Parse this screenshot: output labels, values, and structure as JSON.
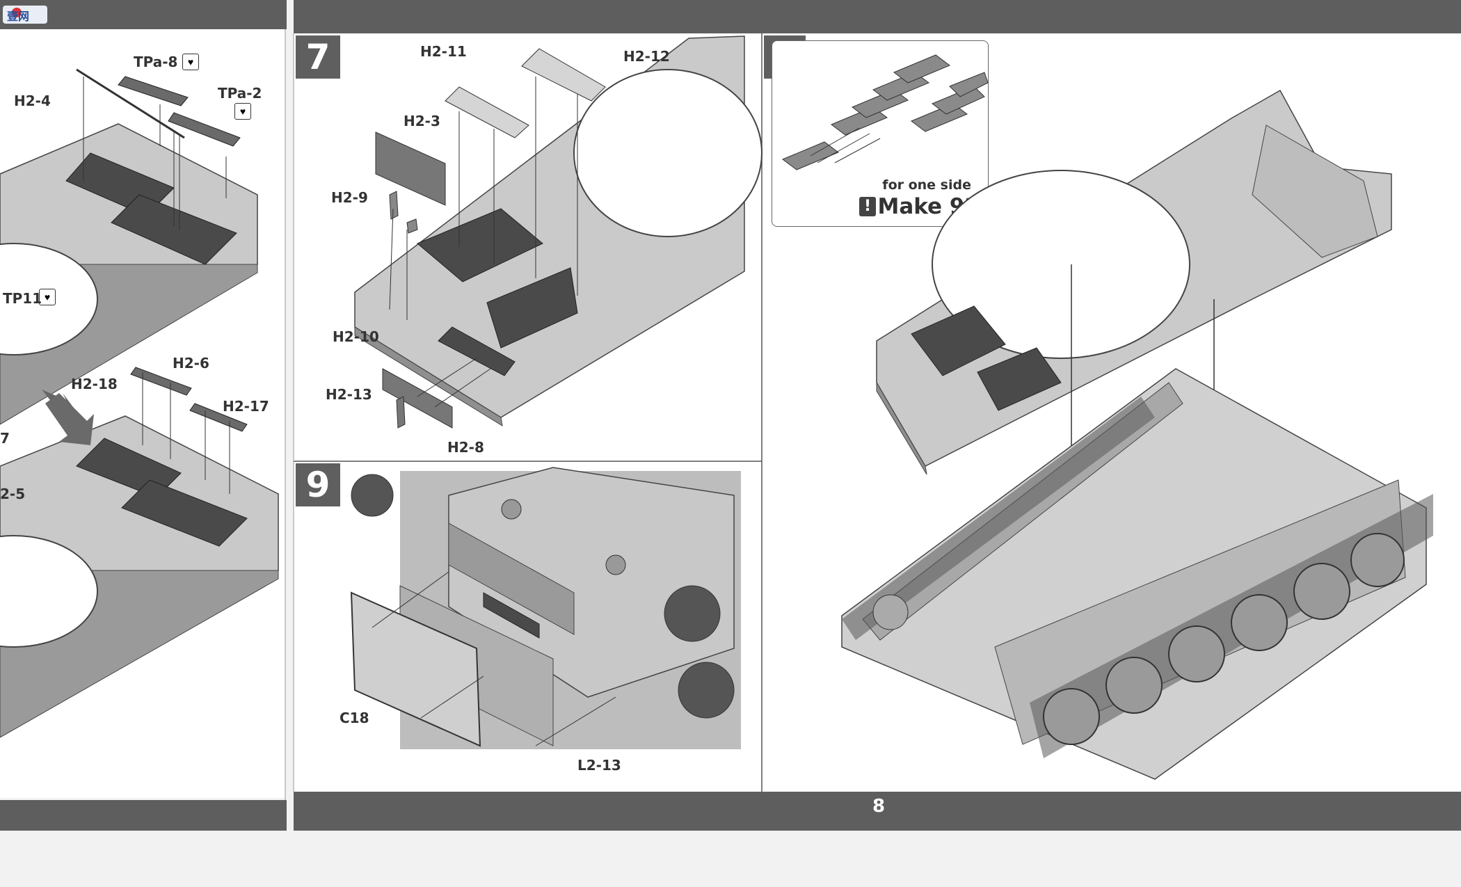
{
  "logo": {
    "text": "壹网"
  },
  "left_page": {
    "labels": {
      "h2_4": "H2-4",
      "tpa_8": "TPa-8",
      "tpa_2": "TPa-2",
      "tp11": "TP11",
      "h2_18": "H2-18",
      "h2_6": "H2-6",
      "h2_17": "H2-17",
      "cut_7": "7",
      "cut_2_5": "2-5"
    }
  },
  "step7": {
    "number": "7",
    "labels": {
      "h2_11": "H2-11",
      "h2_12": "H2-12",
      "h2_3": "H2-3",
      "h2_9": "H2-9",
      "h2_10": "H2-10",
      "h2_13": "H2-13",
      "h2_8": "H2-8"
    }
  },
  "step8": {
    "number": "8",
    "note": "for one side",
    "make": "Make 92"
  },
  "step9": {
    "number": "9",
    "labels": {
      "c18": "C18",
      "l2_13": "L2-13"
    }
  },
  "footer": {
    "page_number": "8"
  }
}
